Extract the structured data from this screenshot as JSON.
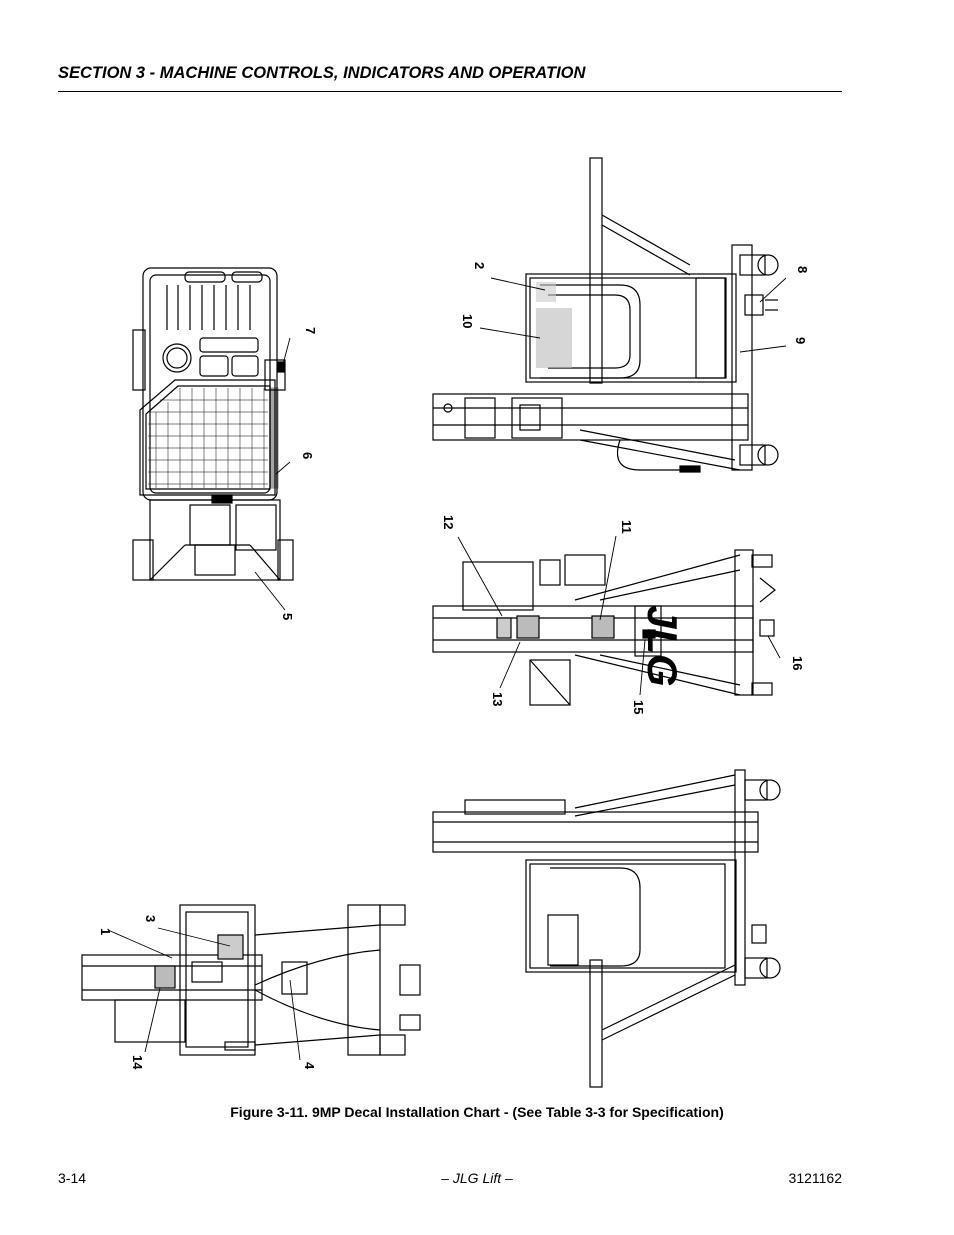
{
  "header": {
    "title": "SECTION 3 - MACHINE CONTROLS, INDICATORS AND OPERATION"
  },
  "figure": {
    "caption": "Figure 3-11.  9MP Decal Installation Chart - (See Table 3-3 for Specification)",
    "callouts": [
      "1",
      "2",
      "3",
      "4",
      "5",
      "6",
      "7",
      "8",
      "9",
      "10",
      "11",
      "12",
      "13",
      "14",
      "15",
      "16"
    ]
  },
  "footer": {
    "page_number": "3-14",
    "center": "– JLG Lift –",
    "doc_number": "3121162"
  }
}
